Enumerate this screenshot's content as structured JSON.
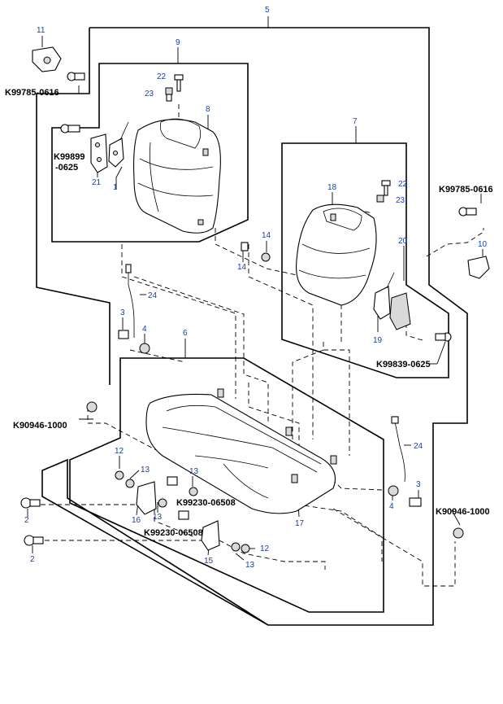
{
  "callouts": [
    {
      "id": "c5",
      "text": "5"
    },
    {
      "id": "c11",
      "text": "11"
    },
    {
      "id": "c9",
      "text": "9"
    },
    {
      "id": "c22a",
      "text": "22"
    },
    {
      "id": "c23a",
      "text": "23"
    },
    {
      "id": "c8",
      "text": "8"
    },
    {
      "id": "c21",
      "text": "21"
    },
    {
      "id": "c1",
      "text": "1"
    },
    {
      "id": "c7",
      "text": "7"
    },
    {
      "id": "c18",
      "text": "18"
    },
    {
      "id": "c22b",
      "text": "22"
    },
    {
      "id": "c23b",
      "text": "23"
    },
    {
      "id": "c20",
      "text": "20"
    },
    {
      "id": "c19",
      "text": "19"
    },
    {
      "id": "c10",
      "text": "10"
    },
    {
      "id": "c14a",
      "text": "14"
    },
    {
      "id": "c14b",
      "text": "14"
    },
    {
      "id": "c24a",
      "text": "24"
    },
    {
      "id": "c3a",
      "text": "3"
    },
    {
      "id": "c4a",
      "text": "4"
    },
    {
      "id": "c6",
      "text": "6"
    },
    {
      "id": "c24b",
      "text": "24"
    },
    {
      "id": "c3b",
      "text": "3"
    },
    {
      "id": "c4b",
      "text": "4"
    },
    {
      "id": "c12a",
      "text": "12"
    },
    {
      "id": "c13a",
      "text": "13"
    },
    {
      "id": "c13b",
      "text": "13"
    },
    {
      "id": "c13c",
      "text": "13"
    },
    {
      "id": "c16",
      "text": "16"
    },
    {
      "id": "c2a",
      "text": "2"
    },
    {
      "id": "c2b",
      "text": "2"
    },
    {
      "id": "c15",
      "text": "15"
    },
    {
      "id": "c12b",
      "text": "12"
    },
    {
      "id": "c13d",
      "text": "13"
    },
    {
      "id": "c17",
      "text": "17"
    }
  ],
  "part_numbers": {
    "k99785_a": "K99785-0616",
    "k99899_a": "K99899",
    "k99899_b": "-0625",
    "k99785_b": "K99785-0616",
    "k99839": "K99839-0625",
    "k90946_a": "K90946-1000",
    "k90946_b": "K90946-1000",
    "k99230_a": "K99230-06508",
    "k99230_b": "K99230-06508"
  }
}
